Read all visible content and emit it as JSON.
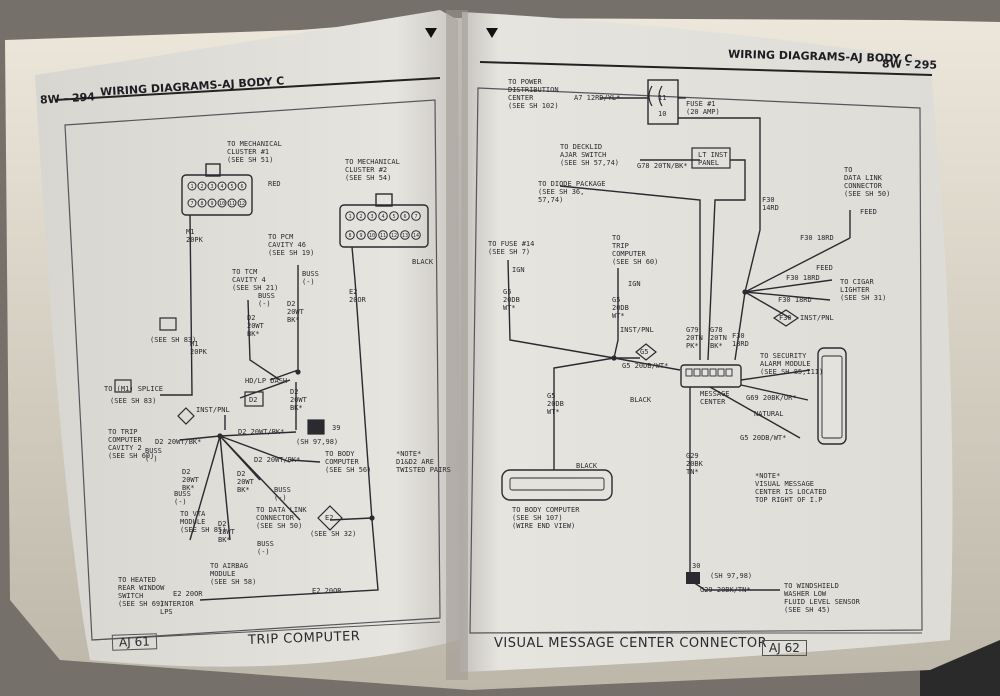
{
  "left_page": {
    "page_number": "8W - 294",
    "header_title": "WIRING DIAGRAMS-AJ BODY C",
    "footer_code": "AJ 61",
    "footer_title": "TRIP COMPUTER",
    "labels": {
      "mech_cluster_1": "TO MECHANICAL\nCLUSTER #1\n(SEE SH 51)",
      "red": "RED",
      "m1_20pk": "M1\n20PK",
      "m1_20pk_b": "M1\n20PK",
      "see_sh_83": "(SEE SH 83)",
      "splice": "TO (M1) SPLICE",
      "see_sh_83_b": "(SEE SH 83)",
      "mech_cluster_2": "TO MECHANICAL\nCLUSTER #2\n(SEE SH 54)",
      "black": "BLACK",
      "to_pcm": "TO PCM\nCAVITY 46\n(SEE SH 19)",
      "to_tcm": "TO TCM\nCAVITY 4\n(SEE SH 21)",
      "buss_a": "BUSS\n(-)",
      "buss_b": "BUSS\n(-)",
      "d2_20wt_bk_a": "D2\n20WT\nBK*",
      "d2_20wt_bk_b": "D2\n20WT\nBK*",
      "hd_lp_dash": "HD/LP DASH",
      "d2_20wt_bk_c": "D2\n20WT\nBK*",
      "d2_conn": "D2",
      "e2_20or": "E2\n20OR",
      "inst_pnl": "INST/PNL",
      "to_trip_computer": "TO TRIP\nCOMPUTER\nCAVITY 2\n(SEE SH 60)",
      "d2_20wt_bk_line": "D2 20WT/BK*",
      "buss_c": "BUSS\n(-)",
      "d2_20wt_bk_d": "D2 20WT/BK*",
      "d2_20wt_bk_e": "D2 20WT/BK*",
      "ground_39": "39",
      "sh_97_98": "(SH 97,98)",
      "to_body_computer": "TO BODY\nCOMPUTER\n(SEE SH 56)",
      "note_twisted": "*NOTE*\nD1&D2 ARE\nTWISTED PAIRS",
      "d2_20wt_bk_f": "D2\n20WT\nBK*",
      "d2_20wt_bk_g": "D2\n20WT\nBK*",
      "buss_d": "BUSS\n(-)",
      "buss_e": "BUSS\n(-)",
      "to_vta": "TO VTA\nMODULE\n(SEE SH 85)",
      "to_data_link": "TO DATA LINK\nCONNECTOR\n(SEE SH 50)",
      "d2_18wt_bk": "D2\n18WT\nBK*",
      "buss_f": "BUSS\n(-)",
      "to_airbag": "TO AIRBAG\nMODULE\n(SEE SH 58)",
      "e2_conn": "E2",
      "see_sh_32": "(SEE SH 32)",
      "heated_rear": "TO HEATED\nREAR WINDOW\nSWITCH\n(SEE SH 69)",
      "e2_20or_line": "E2 20OR",
      "interior_lps": "INTERIOR\nLPS",
      "e2_20or_line_b": "E2 20OR"
    }
  },
  "right_page": {
    "page_number": "8W - 295",
    "header_title": "WIRING DIAGRAMS-AJ BODY C",
    "footer_code": "AJ 62",
    "footer_title": "VISUAL MESSAGE CENTER CONNECTOR",
    "labels": {
      "to_pdc": "TO POWER\nDISTRIBUTION\nCENTER\n(SEE SH 102)",
      "a7_12rd": "A7 12RD/YL*",
      "fuse_1": "FUSE #1\n(20 AMP)",
      "fuse_11": "11",
      "fuse_10": "10",
      "to_decklid": "TO DECKLID\nAJAR SWITCH\n(SEE SH 57,74)",
      "lt_inst_panel": "LT INST\nPANEL",
      "g78": "G78 20TN/BK*",
      "to_diode": "TO DIODE PACKAGE\n(SEE SH 36,\n57,74)",
      "f30_14rd": "F30\n14RD",
      "to_data_link_r": "TO\nDATA LINK\nCONNECTOR\n(SEE SH 50)",
      "feed_a": "FEED",
      "to_fuse_14": "TO FUSE #14\n(SEE SH 7)",
      "to_trip_r": "TO\nTRIP\nCOMPUTER\n(SEE SH 60)",
      "f30_18rd_a": "F30 18RD",
      "ign_a": "IGN",
      "ign_b": "IGN",
      "feed_b": "FEED",
      "f30_18rd_b": "F30 18RD",
      "to_cigar": "TO CIGAR\nLIGHTER\n(SEE SH 31)",
      "g5_20db_a": "G5\n20DB\nWT*",
      "g5_20db_b": "G5\n20DB\nWT*",
      "f30_18rd_c": "F30 18RD",
      "inst_pnl_r": "INST/PNL",
      "inst_pnl_r2": "INST/PNL",
      "f30_conn": "F30",
      "g79": "G79\n20TN\nPK*",
      "g78_b": "G78\n20TN\nBK*",
      "f30_18rd_d": "F30\n18RD",
      "g5_conn": "G5",
      "g5_20db_line": "G5 20DB/WT*",
      "to_security": "TO SECURITY\nALARM MODULE\n(SEE SH 85,111)",
      "black_r": "BLACK",
      "message_center": "MESSAGE\nCENTER",
      "g69": "G69 20BK/OR*",
      "natural": "NATURAL",
      "g5_20db_c": "G5\n20DB\nWT*",
      "g5_20db_line_b": "G5 20DB/WT*",
      "g29_20bk": "G29\n20BK\nTN*",
      "black_r2": "BLACK",
      "note_vmc": "*NOTE*\nVISUAL MESSAGE\nCENTER IS LOCATED\nTOP RIGHT OF I.P",
      "to_body_r": "TO BODY COMPUTER\n(SEE SH 107)\n(WIRE END VIEW)",
      "ground_30": "30",
      "sh_97_98_r": "(SH 97,98)",
      "g29_line": "G29 20BK/TN*",
      "to_washer": "TO WINDSHIELD\nWASHER LOW\nFLUID LEVEL SENSOR\n(SEE SH 45)"
    }
  },
  "colors": {
    "paper": "#e4e2dd",
    "ink": "#2a2a30",
    "background": "#6f6a63"
  },
  "connector_pins": {
    "cluster_1_top": [
      "1",
      "2",
      "3",
      "4",
      "5",
      "6"
    ],
    "cluster_1_bottom": [
      "7",
      "8",
      "9",
      "10",
      "11",
      "12"
    ],
    "cluster_2_top": [
      "1",
      "2",
      "3",
      "4",
      "5",
      "6",
      "7"
    ],
    "cluster_2_bottom": [
      "8",
      "9",
      "10",
      "11",
      "12",
      "13",
      "14"
    ]
  }
}
